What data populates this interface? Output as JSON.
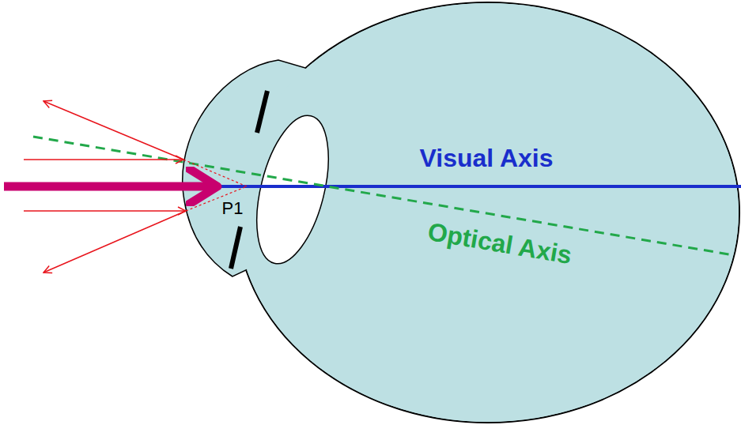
{
  "diagram": {
    "labels": [
      "Visual Axis",
      "Optical Axis",
      "P1"
    ]
  }
}
